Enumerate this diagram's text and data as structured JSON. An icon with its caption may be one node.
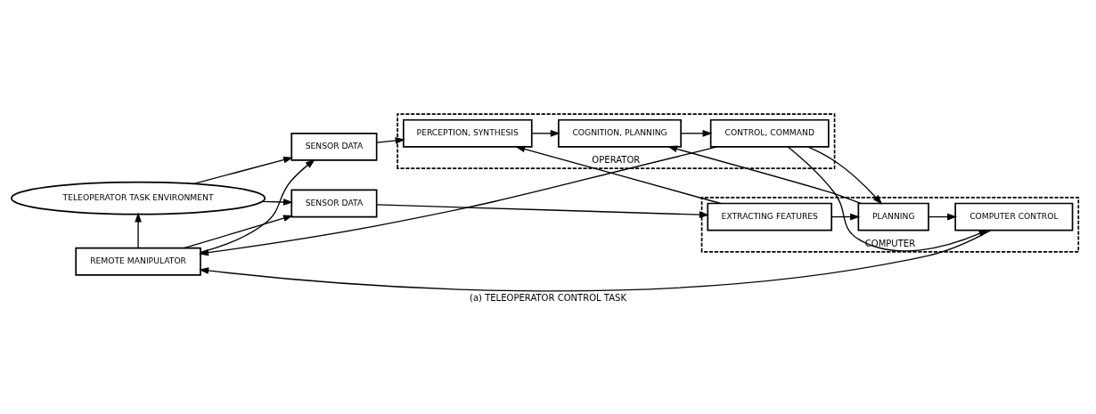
{
  "diagram": {
    "caption": "(a) TELEOPERATOR CONTROL TASK",
    "nodes": [
      {
        "text": [
          "TELEOPERATOR TASK ENVIRONMENT"
        ]
      },
      {
        "text": [
          "REMOTE MANIPULATOR"
        ]
      },
      {
        "text": [
          "OPERATOR"
        ]
      },
      {
        "text": [
          "SENSOR DATA"
        ]
      },
      {
        "text": [
          "PERCEPTION, SYNTHESIS"
        ],
        "in": 2
      },
      {
        "text": [
          "COGNITION, PLANNING"
        ],
        "in": 2
      },
      {
        "text": [
          "CONTROL, COMMAND"
        ],
        "in": 2
      },
      {
        "text": [
          "COMPUTER"
        ]
      },
      {
        "text": [
          "SENSOR DATA"
        ]
      },
      {
        "text": [
          "EXTRACTING FEATURES"
        ],
        "in": 7
      },
      {
        "text": [
          "PLANNING"
        ],
        "in": 7
      },
      {
        "text": [
          "COMPUTER CONTROL"
        ],
        "in": 7
      }
    ],
    "edges": [
      {
        "from": 1,
        "to": 0,
        "arrow": "to"
      },
      {
        "from": 1,
        "to": 3,
        "arrow": "to"
      },
      {
        "from": 1,
        "to": 8,
        "arrow": "to"
      },
      {
        "from": 0,
        "to": 3,
        "arrow": "to"
      },
      {
        "from": 0,
        "to": 8,
        "arrow": "to"
      },
      {
        "from": 3,
        "to": 4,
        "arrow": "to"
      },
      {
        "from": 9,
        "to": 4,
        "arrow": "to"
      },
      {
        "from": 4,
        "to": 5,
        "arrow": "to"
      },
      {
        "from": 10,
        "to": 5,
        "arrow": "to"
      },
      {
        "from": 5,
        "to": 6,
        "arrow": "to"
      },
      {
        "from": 6,
        "to": 1,
        "arrow": "to"
      },
      {
        "from": 6,
        "to": 10,
        "arrow": "to"
      },
      {
        "from": 6,
        "to": 11,
        "arrow": "to"
      },
      {
        "from": 8,
        "to": 9,
        "arrow": "to"
      },
      {
        "from": 9,
        "to": 10,
        "arrow": "to"
      },
      {
        "from": 10,
        "to": 11,
        "arrow": "to"
      },
      {
        "from": 11,
        "to": 1,
        "arrow": "to"
      }
    ]
  }
}
